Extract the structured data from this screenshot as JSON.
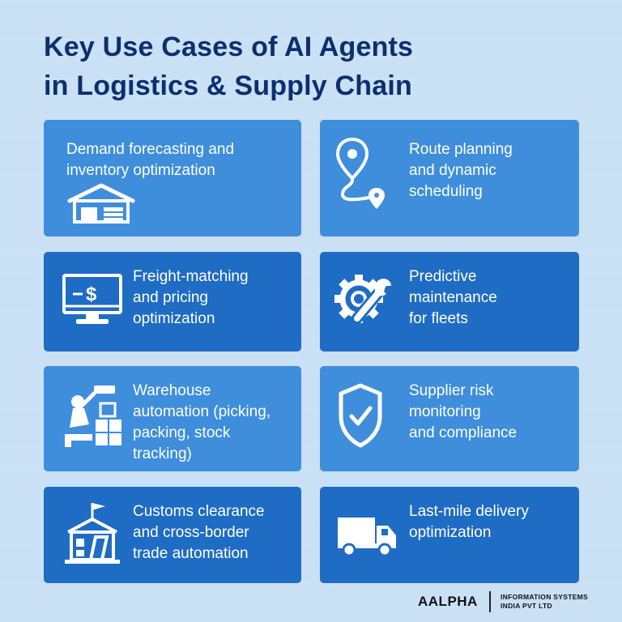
{
  "title": {
    "line1": "Key Use Cases of AI Agents",
    "line2": "in Logistics & Supply Chain"
  },
  "cards": [
    {
      "lines": [
        "Demand forecasting and",
        "inventory optimization"
      ],
      "icon": "warehouse-icon"
    },
    {
      "lines": [
        "Route planning",
        "and dynamic",
        "scheduling"
      ],
      "icon": "route-pin-icon"
    },
    {
      "lines": [
        "Freight-matching",
        "and pricing",
        "optimization"
      ],
      "icon": "monitor-dollar-icon"
    },
    {
      "lines": [
        "Predictive",
        "maintenance",
        "for fleets"
      ],
      "icon": "gear-wrench-icon"
    },
    {
      "lines": [
        "Warehouse",
        "automation (picking,",
        "packing, stock",
        "tracking)"
      ],
      "icon": "robot-arm-boxes-icon"
    },
    {
      "lines": [
        "Supplier risk",
        "monitoring",
        "and compliance"
      ],
      "icon": "shield-check-icon"
    },
    {
      "lines": [
        "Customs clearance",
        "and cross-border",
        "trade automation"
      ],
      "icon": "customs-building-icon"
    },
    {
      "lines": [
        "Last-mile delivery",
        "optimization"
      ],
      "icon": "delivery-truck-icon"
    }
  ],
  "footer": {
    "brand": "AALPHA",
    "sub_line1": "INFORMATION SYSTEMS",
    "sub_line2": "INDIA PVT LTD"
  },
  "colors": {
    "background": "#c9e0f5",
    "title": "#0c2f6e",
    "card_light": "#3f8edc",
    "card_dark": "#1f6cc4",
    "text": "#ffffff"
  }
}
